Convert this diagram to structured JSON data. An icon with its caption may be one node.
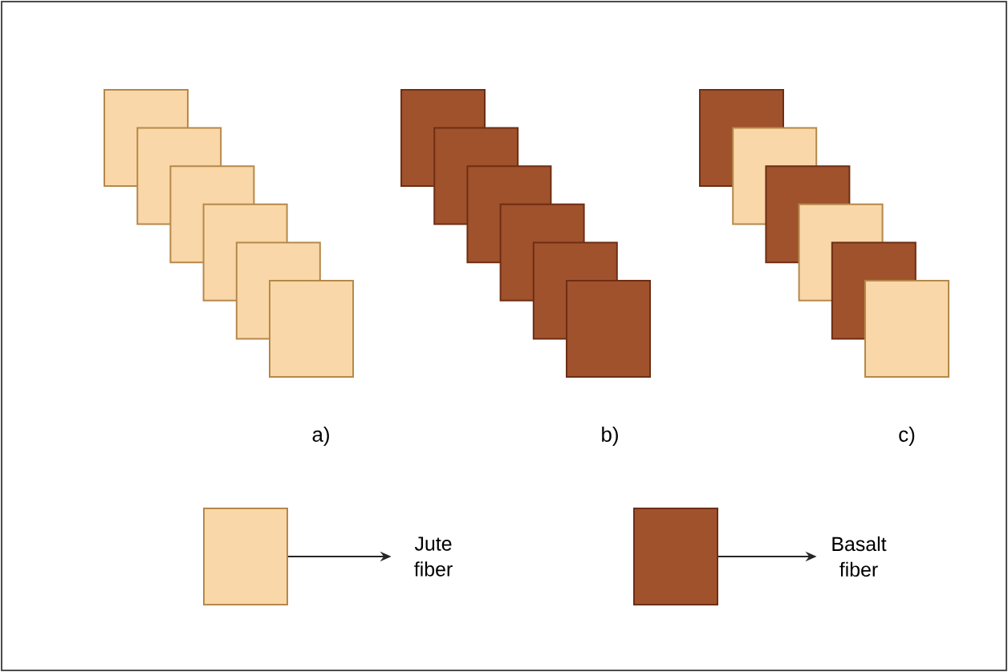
{
  "diagram": {
    "nodes": [
      {
        "text": [],
        "shape": "box"
      },
      {
        "text": [
          "Jute fiber"
        ]
      },
      {
        "text": [],
        "shape": "box"
      },
      {
        "text": [
          "Basalt fiber"
        ]
      }
    ],
    "edges": [
      {
        "from": 0,
        "to": 1,
        "arrow": "to"
      },
      {
        "from": 2,
        "to": 3,
        "arrow": "to"
      }
    ],
    "labels": [
      "a)",
      "b)",
      "c)"
    ]
  }
}
